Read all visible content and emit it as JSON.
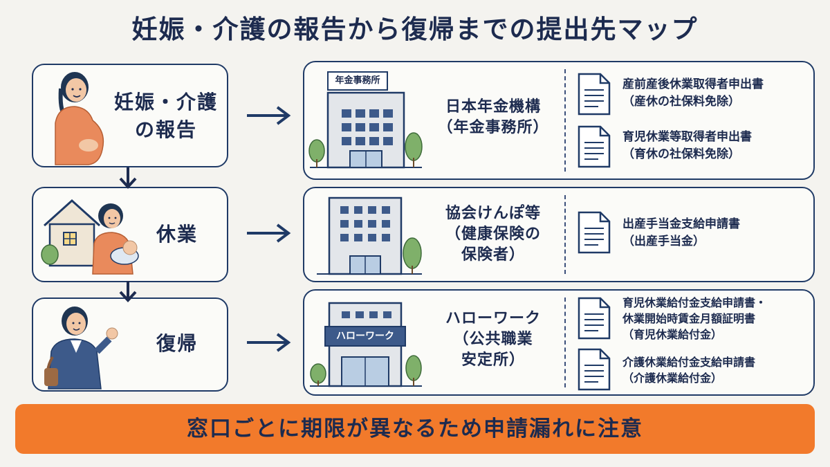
{
  "title": "妊娠・介護の報告から復帰までの提出先マップ",
  "stages": [
    {
      "line1": "妊娠・介護",
      "line2": "の報告"
    },
    {
      "line1": "休業",
      "line2": ""
    },
    {
      "line1": "復帰",
      "line2": ""
    }
  ],
  "orgs": [
    {
      "sign": "年金事務所",
      "name_lines": [
        "日本年金機構",
        "（年金事務所）"
      ],
      "docs": [
        {
          "lines": [
            "産前産後休業取得者申出書",
            "（産休の社保料免除）"
          ]
        },
        {
          "lines": [
            "育児休業等取得者申出書",
            "（育休の社保料免除）"
          ]
        }
      ]
    },
    {
      "sign": "",
      "name_lines": [
        "協会けんぽ等",
        "（健康保険の",
        "保険者）"
      ],
      "docs": [
        {
          "lines": [
            "出産手当金支給申請書",
            "（出産手当金）"
          ]
        }
      ]
    },
    {
      "sign": "ハローワーク",
      "name_lines": [
        "ハローワーク",
        "（公共職業",
        "安定所）"
      ],
      "docs": [
        {
          "lines": [
            "育児休業給付金支給申請書・",
            "休業開始時賃金月額証明書",
            "（育児休業給付金）"
          ]
        },
        {
          "lines": [
            "介護休業給付金支給申請書",
            "（介護休業給付金）"
          ]
        }
      ]
    }
  ],
  "banner": "窓口ごとに期限が異なるため申請漏れに注意",
  "colors": {
    "navy": "#1f3a66",
    "banner": "#f27a2b",
    "background": "#f4f3ef",
    "skin": "#f2c7a5",
    "clothes": "#e98a5c"
  }
}
